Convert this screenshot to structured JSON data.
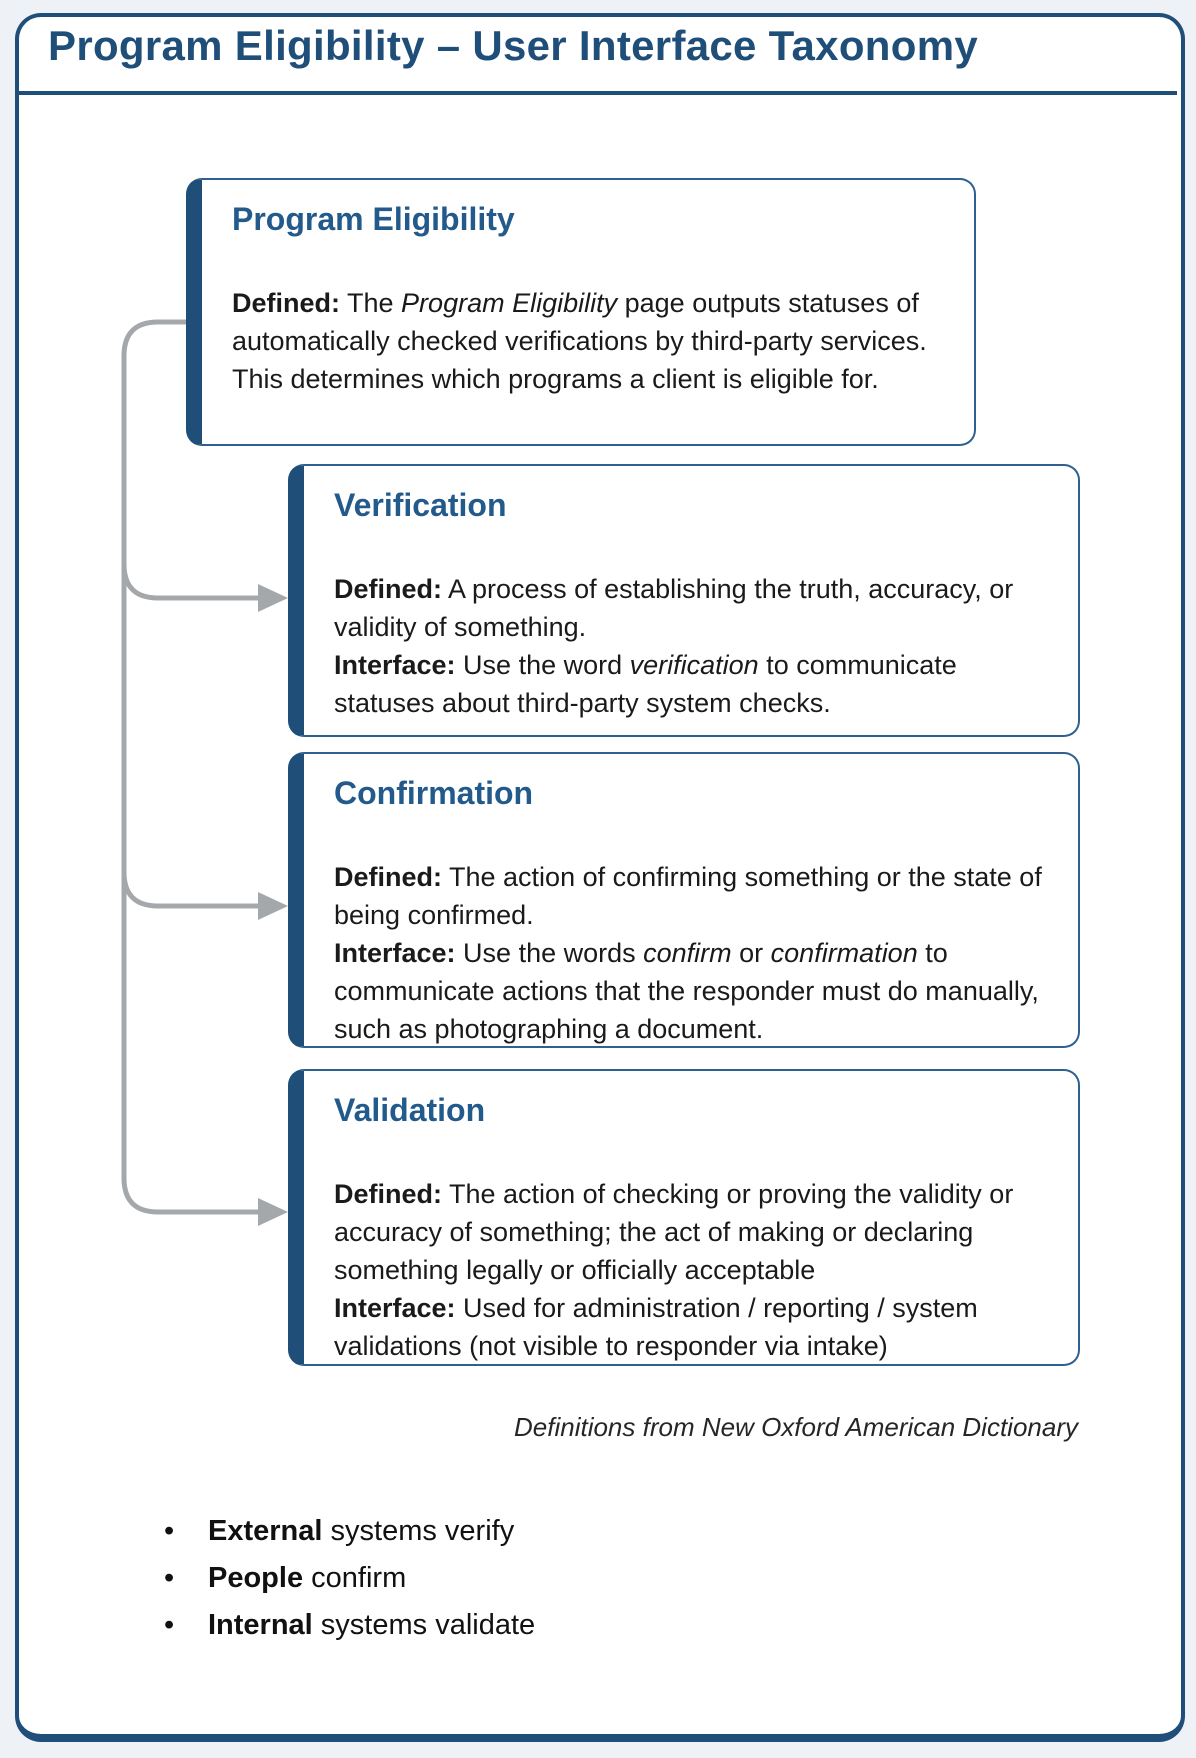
{
  "page": {
    "title": "Program Eligibility – User Interface Taxonomy"
  },
  "glyphs": {
    "bullet": "•"
  },
  "colors": {
    "accent_navy": "#1f4e79",
    "heading_blue": "#235a8c",
    "box_border_blue": "#2e6191",
    "connector_gray": "#a5a8ab",
    "page_background": "#eef1f5",
    "body_text": "#1a1a1a"
  },
  "boxes": [
    {
      "title": "Program Eligibility",
      "body": [
        [
          {
            "t": "Defined:",
            "b": true
          },
          {
            "t": " The "
          },
          {
            "t": "Program Eligibility",
            "i": true
          },
          {
            "t": " page outputs statuses of automatically checked verifications by third-party services. This determines which programs a client is eligible for."
          }
        ]
      ]
    },
    {
      "title": "Verification",
      "body": [
        [
          {
            "t": "Defined:",
            "b": true
          },
          {
            "t": " A process of establishing the truth, accuracy, or validity of something."
          }
        ],
        [
          {
            "t": "Interface:",
            "b": true
          },
          {
            "t": " Use the word "
          },
          {
            "t": "verification",
            "i": true
          },
          {
            "t": " to communicate statuses about third-party system checks."
          }
        ]
      ]
    },
    {
      "title": "Confirmation",
      "body": [
        [
          {
            "t": "Defined:",
            "b": true
          },
          {
            "t": " The action of confirming something or the state of being confirmed."
          }
        ],
        [
          {
            "t": "Interface:",
            "b": true
          },
          {
            "t": " Use the words "
          },
          {
            "t": "confirm",
            "i": true
          },
          {
            "t": " or "
          },
          {
            "t": "confirmation",
            "i": true
          },
          {
            "t": " to communicate actions that the responder must do manually, such as photographing a document."
          }
        ]
      ]
    },
    {
      "title": "Validation",
      "body": [
        [
          {
            "t": "Defined:",
            "b": true
          },
          {
            "t": " The action of checking or proving the validity or accuracy of something; the act of making or declaring something legally or officially acceptable"
          }
        ],
        [
          {
            "t": "Interface:",
            "b": true
          },
          {
            "t": " Used for administration / reporting / system validations (not visible to responder via intake)"
          }
        ]
      ]
    }
  ],
  "footnote": "Definitions from New Oxford American Dictionary",
  "bullets": [
    [
      {
        "t": "External",
        "b": true
      },
      {
        "t": " systems verify"
      }
    ],
    [
      {
        "t": "People",
        "b": true
      },
      {
        "t": " confirm"
      }
    ],
    [
      {
        "t": "Internal",
        "b": true
      },
      {
        "t": " systems validate"
      }
    ]
  ]
}
